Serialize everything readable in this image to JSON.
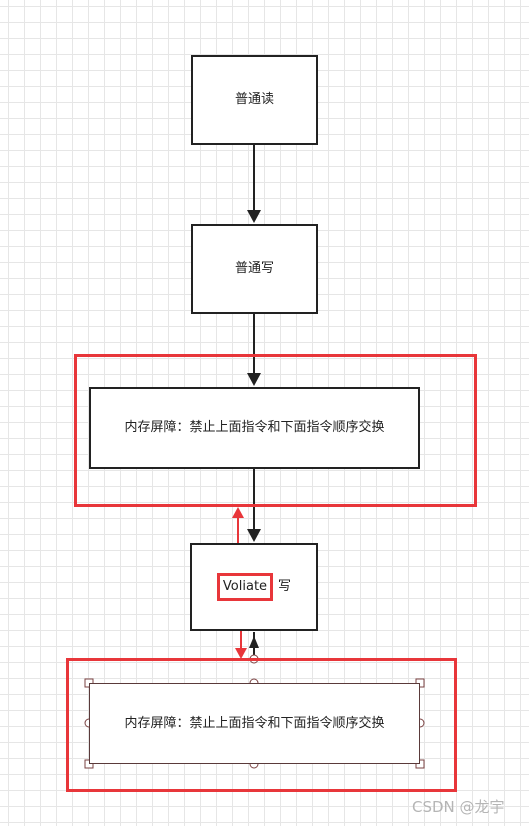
{
  "nodes": {
    "normal_read": "普通读",
    "normal_write": "普通写",
    "memory_barrier_top": "内存屏障：禁止上面指令和下面指令顺序交换",
    "volatile_word": "Voliate",
    "volatile_suffix": "写",
    "memory_barrier_bottom": "内存屏障：禁止上面指令和下面指令顺序交换"
  },
  "watermark": "CSDN @龙宇",
  "colors": {
    "highlight": "#e8363a",
    "grid": "#e6e6e6",
    "stroke": "#222222"
  }
}
